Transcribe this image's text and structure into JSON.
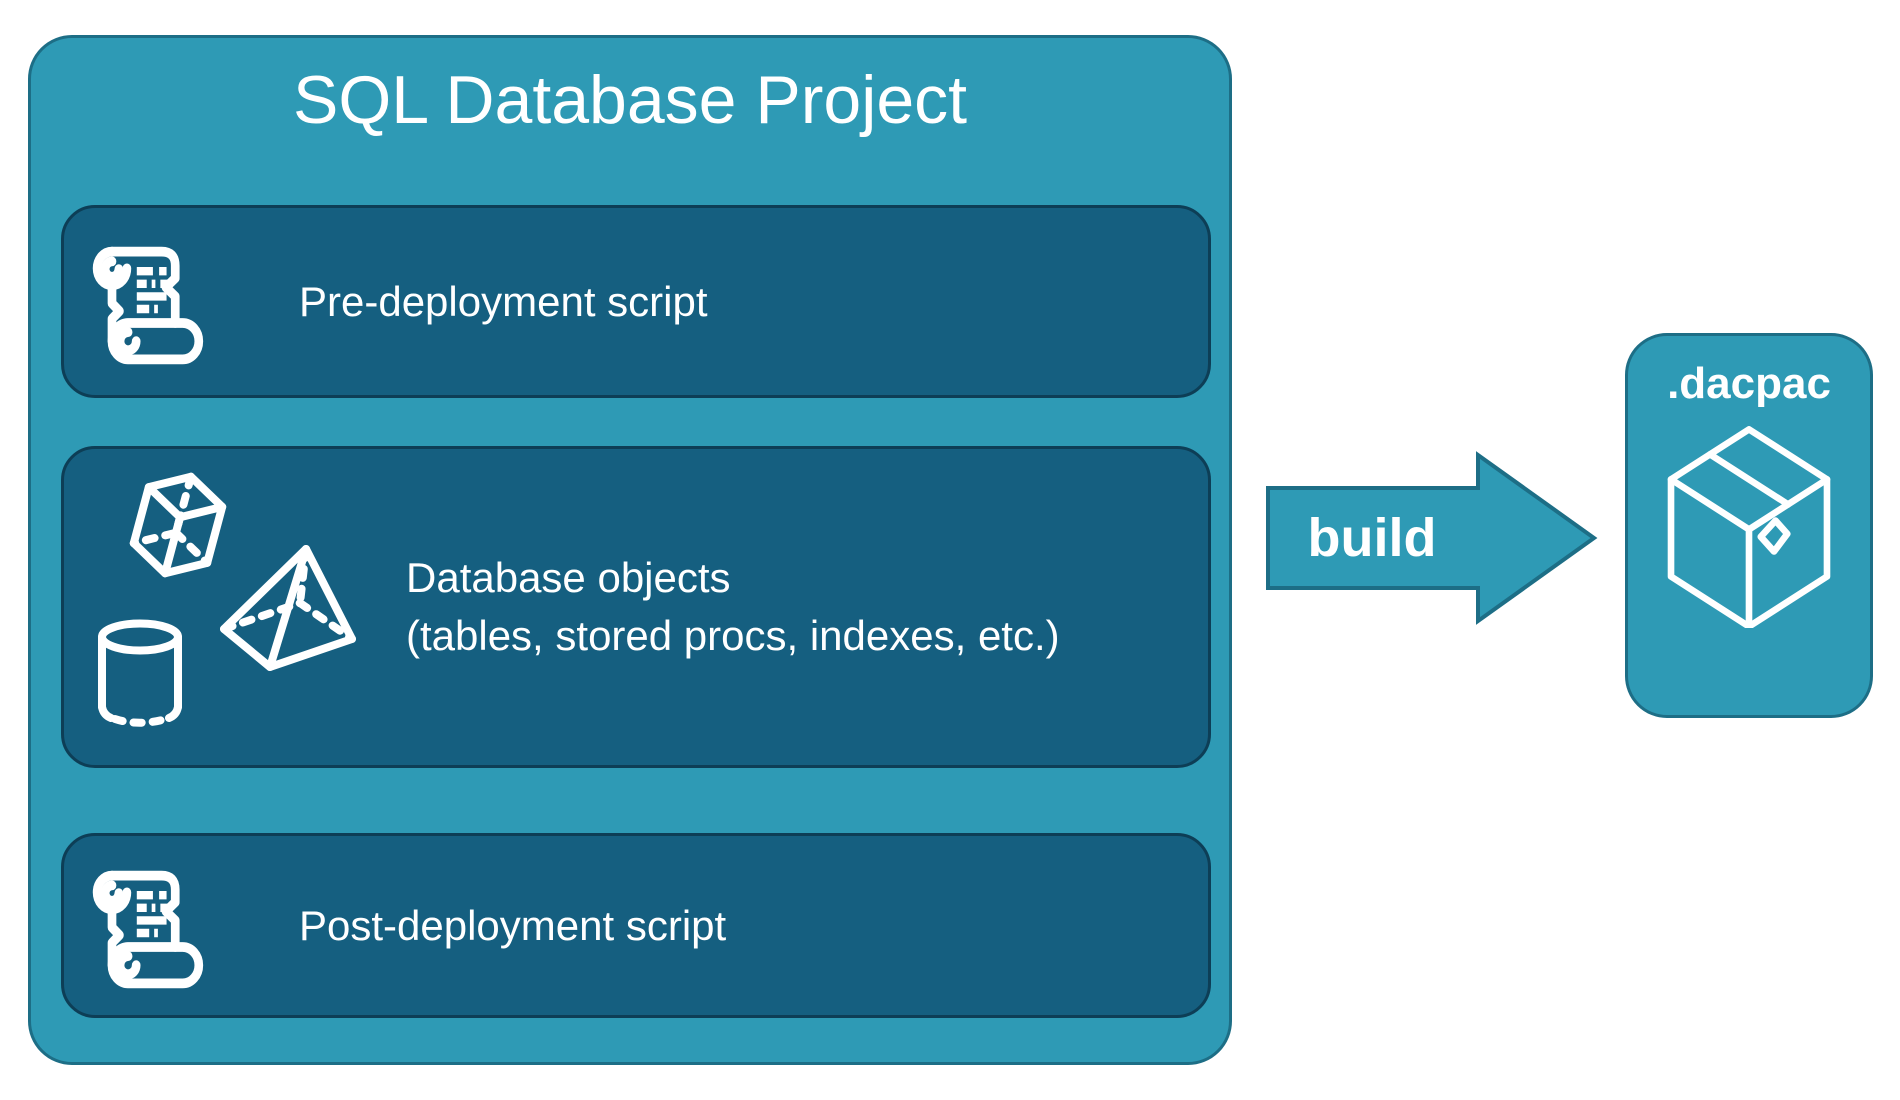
{
  "project": {
    "title": "SQL Database Project",
    "boxes": [
      {
        "label": "Pre-deployment script",
        "icon": "scroll-icon"
      },
      {
        "label_line1": "Database objects",
        "label_line2": "(tables, stored procs, indexes, etc.)",
        "icons": [
          "cube-icon",
          "pyramid-icon",
          "cylinder-icon"
        ]
      },
      {
        "label": "Post-deployment script",
        "icon": "scroll-icon"
      }
    ]
  },
  "arrow": {
    "label": "build"
  },
  "output": {
    "label": ".dacpac",
    "icon": "package-icon"
  },
  "colors": {
    "teal": "#2E9AB5",
    "teal-border": "#1D6E86",
    "dark": "#155F80",
    "dark-border": "#0D3E56",
    "text": "#FFFFFF"
  }
}
